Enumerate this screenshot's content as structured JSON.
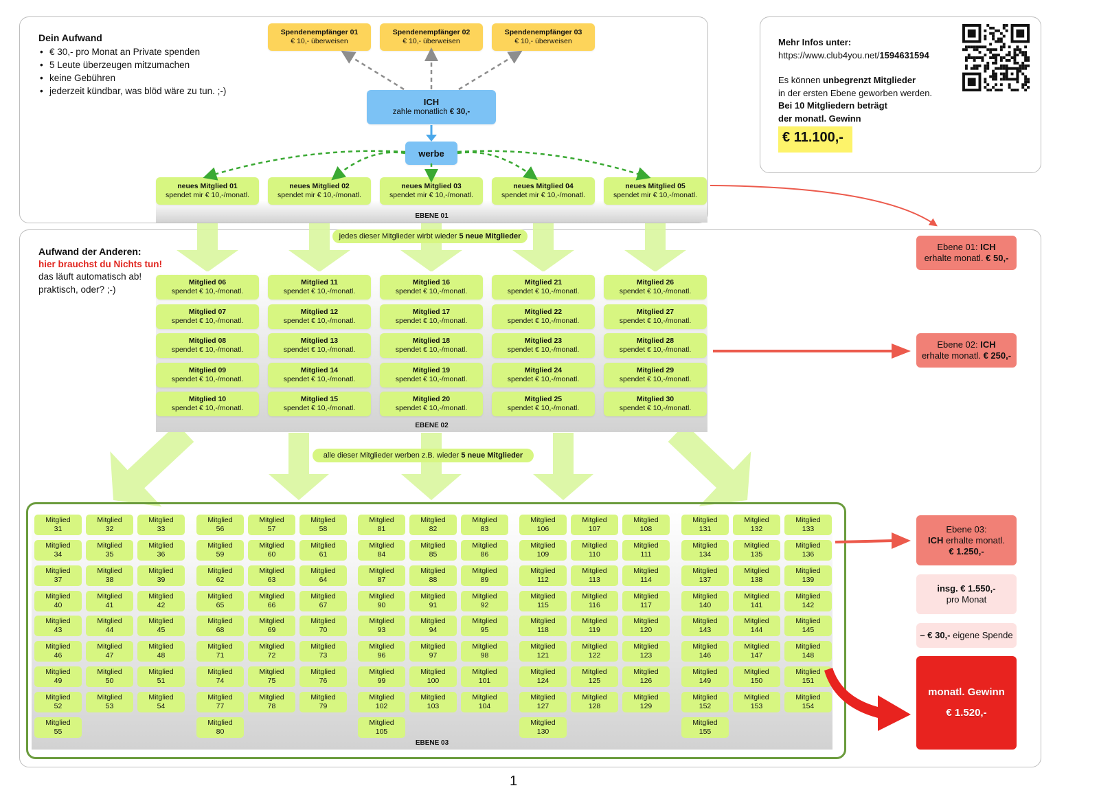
{
  "top": {
    "title": "Dein Aufwand",
    "bullets": [
      "€ 30,- pro Monat an Private spenden",
      "5 Leute überzeugen mitzumachen",
      "keine Gebühren",
      "jederzeit kündbar, was blöd wäre zu tun. ;-)"
    ],
    "recipients": [
      {
        "title": "Spendenempfänger 01",
        "sub": "€ 10,- überweisen"
      },
      {
        "title": "Spendenempfänger 02",
        "sub": "€ 10,- überweisen"
      },
      {
        "title": "Spendenempfänger 03",
        "sub": "€ 10,- überweisen"
      }
    ],
    "ich_title": "ICH",
    "ich_sub_pre": "zahle monatlich ",
    "ich_sub_amount": "€ 30,-",
    "werbe": "werbe",
    "new_members": [
      {
        "title": "neues Mitglied 01",
        "sub": "spendet mir € 10,-/monatl."
      },
      {
        "title": "neues Mitglied 02",
        "sub": "spendet mir € 10,-/monatl."
      },
      {
        "title": "neues Mitglied 03",
        "sub": "spendet mir € 10,-/monatl."
      },
      {
        "title": "neues Mitglied 04",
        "sub": "spendet mir € 10,-/monatl."
      },
      {
        "title": "neues Mitglied 05",
        "sub": "spendet mir € 10,-/monatl."
      }
    ],
    "level_label": "EBENE 01"
  },
  "info": {
    "head": "Mehr Infos unter:",
    "url_pre": "https://www.club4you.net/",
    "url_id": "1594631594",
    "line1_pre": "Es können ",
    "line1_bold": "unbegrenzt Mitglieder",
    "line2": "in der ersten Ebene geworben werden.",
    "line3": "Bei 10 Mitgliedern beträgt",
    "line4": "der monatl. Gewinn",
    "amount": "€ 11.100,-"
  },
  "middle": {
    "title": "Aufwand der Anderen:",
    "red_line": "hier brauchst du Nichts tun!",
    "line1": "das läuft automatisch ab!",
    "line2": "praktisch, oder? ;-)",
    "pill_pre": "jedes dieser Mitglieder wirbt wieder ",
    "pill_bold": "5 neue Mitglieder",
    "cell_sub": "spendet € 10,-/monatl.",
    "members": [
      [
        "Mitglied 06",
        "Mitglied 07",
        "Mitglied 08",
        "Mitglied 09",
        "Mitglied 10"
      ],
      [
        "Mitglied 11",
        "Mitglied 12",
        "Mitglied 13",
        "Mitglied 14",
        "Mitglied 15"
      ],
      [
        "Mitglied 16",
        "Mitglied 17",
        "Mitglied 18",
        "Mitglied 19",
        "Mitglied 20"
      ],
      [
        "Mitglied 21",
        "Mitglied 22",
        "Mitglied 23",
        "Mitglied 24",
        "Mitglied 25"
      ],
      [
        "Mitglied 26",
        "Mitglied 27",
        "Mitglied 28",
        "Mitglied 29",
        "Mitglied 30"
      ]
    ],
    "level_label": "EBENE 02",
    "pill2_pre": "alle dieser Mitglieder werben z.B. wieder ",
    "pill2_bold": "5 neue Mitglieder"
  },
  "level3": {
    "word": "Mitglied",
    "level_label": "EBENE 03",
    "groups": [
      [
        31,
        32,
        33,
        34,
        35,
        36,
        37,
        38,
        39,
        40,
        41,
        42,
        43,
        44,
        45,
        46,
        47,
        48,
        49,
        50,
        51,
        52,
        53,
        54,
        55
      ],
      [
        56,
        57,
        58,
        59,
        60,
        61,
        62,
        63,
        64,
        65,
        66,
        67,
        68,
        69,
        70,
        71,
        72,
        73,
        74,
        75,
        76,
        77,
        78,
        79,
        80
      ],
      [
        81,
        82,
        83,
        84,
        85,
        86,
        87,
        88,
        89,
        90,
        91,
        92,
        93,
        94,
        95,
        96,
        97,
        98,
        99,
        100,
        101,
        102,
        103,
        104,
        105
      ],
      [
        106,
        107,
        108,
        109,
        110,
        111,
        112,
        113,
        114,
        115,
        116,
        117,
        118,
        119,
        120,
        121,
        122,
        123,
        124,
        125,
        126,
        127,
        128,
        129,
        130
      ],
      [
        131,
        132,
        133,
        134,
        135,
        136,
        137,
        138,
        139,
        140,
        141,
        142,
        143,
        144,
        145,
        146,
        147,
        148,
        149,
        150,
        151,
        152,
        153,
        154,
        155
      ]
    ]
  },
  "results": {
    "e1_pre": "Ebene 01: ",
    "e1_bold": "ICH",
    "e1_line2_pre": "erhalte monatl. ",
    "e1_amount": "€ 50,-",
    "e2_pre": "Ebene 02: ",
    "e2_bold": "ICH",
    "e2_line2_pre": "erhalte monatl. ",
    "e2_amount": "€ 250,-",
    "e3_line1": "Ebene 03:",
    "e3_bold": "ICH",
    "e3_line2_post": " erhalte monatl.",
    "e3_amount": "€ 1.250,-",
    "total_line1": "insg. € 1.550,-",
    "total_line2": "pro Monat",
    "own_bold": "– € 30,-",
    "own_rest": " eigene Spende",
    "profit_title": "monatl. Gewinn",
    "profit_amount": "€ 1.520,-"
  },
  "page_number": "1",
  "colors": {
    "yellow": "#fdd45a",
    "blue": "#7cc2f5",
    "green": "#d7f681",
    "red": "#f18076",
    "profit": "#e8231f",
    "frame": "#6a9b3c"
  }
}
